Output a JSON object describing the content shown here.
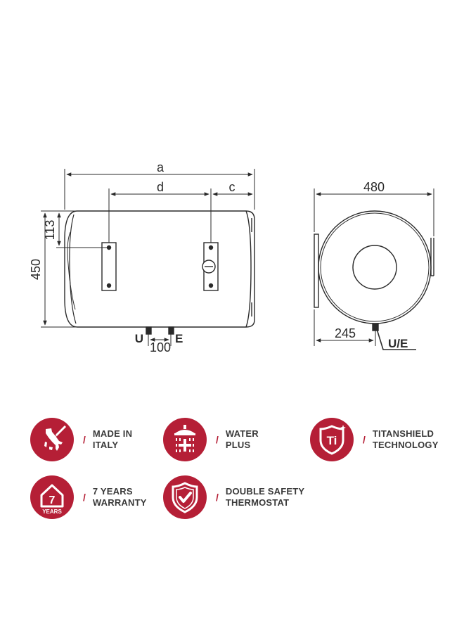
{
  "drawing": {
    "dim_a": "a",
    "dim_d": "d",
    "dim_c": "c",
    "dim_113": "113",
    "dim_450": "450",
    "dim_100": "100",
    "label_u": "U",
    "label_e": "E",
    "dim_480": "480",
    "dim_245": "245",
    "label_ue": "U/E"
  },
  "features": [
    {
      "icon": "italy-map-icon",
      "line1": "MADE IN",
      "line2": "ITALY"
    },
    {
      "icon": "shower-plus-icon",
      "line1": "WATER",
      "line2": "PLUS"
    },
    {
      "icon": "ti-shield-icon",
      "line1": "TITANSHIELD",
      "line2": "TECHNOLOGY"
    },
    {
      "icon": "warranty-house-icon",
      "line1": "7 YEARS",
      "line2": "WARRANTY",
      "badge_number": "7",
      "badge_text": "YEARS"
    },
    {
      "icon": "safety-shield-check-icon",
      "line1": "DOUBLE SAFETY",
      "line2": "THERMOSTAT"
    }
  ],
  "colors": {
    "accent": "#b51f36",
    "line": "#2a2a2a"
  }
}
